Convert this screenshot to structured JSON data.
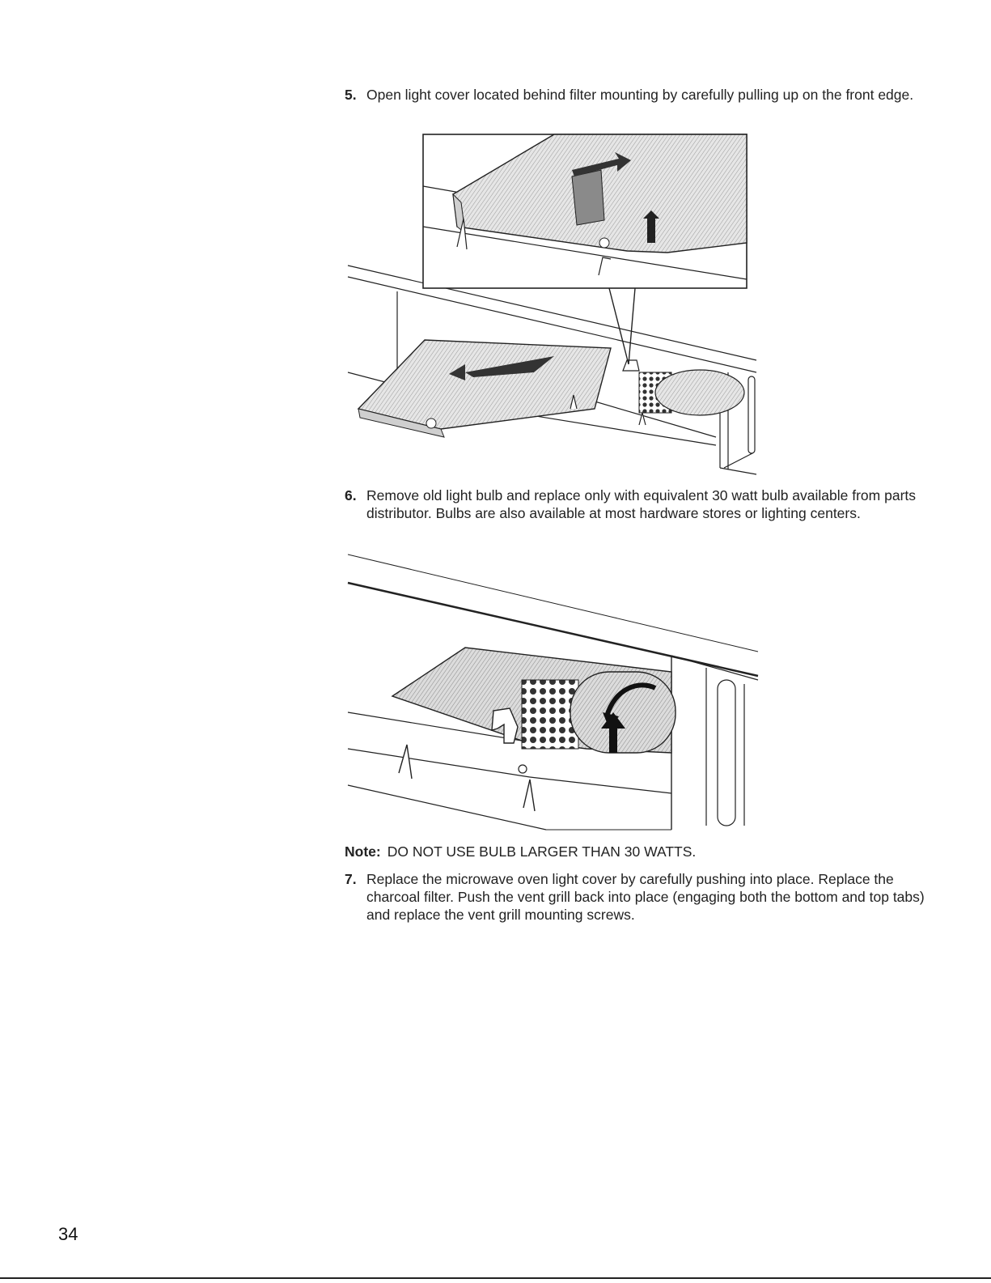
{
  "steps": [
    {
      "number": "5.",
      "text": "Open light cover located behind filter mounting by carefully pulling up on the front edge."
    },
    {
      "number": "6.",
      "text": "Remove old light bulb and replace only with equivalent 30 watt bulb available from parts distributor. Bulbs are also available at most hardware stores or lighting centers."
    },
    {
      "number": "7.",
      "text": "Replace the microwave oven light cover by carefully pushing into place. Replace the charcoal filter. Push the vent grill back into place (engaging both the bottom and top tabs) and replace the vent grill mounting screws."
    }
  ],
  "note": {
    "label": "Note:",
    "text": "DO NOT USE BULB LARGER THAN 30 WATTS."
  },
  "page_number": "34"
}
